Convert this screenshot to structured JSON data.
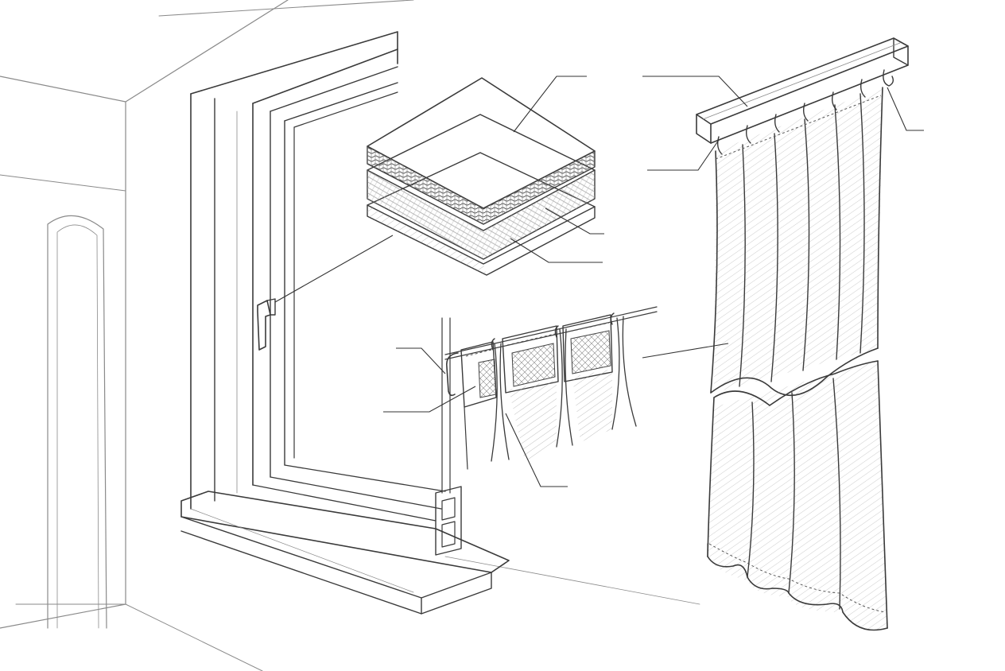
{
  "figure": {
    "style": "pencil technical sketch",
    "ink_color": "#3a3a3a",
    "paper_color": "#ffffff",
    "parts": [
      {
        "id": "room-interior",
        "icon": "room-corner-with-door"
      },
      {
        "id": "window",
        "icon": "tilt-turn-window-with-handle"
      },
      {
        "id": "fabric-layers",
        "icon": "layered-fabric-swatch"
      },
      {
        "id": "pleat-tape",
        "icon": "curtain-heading-tape-with-hooks"
      },
      {
        "id": "curtain-track",
        "icon": "ceiling-rail-with-gliders"
      },
      {
        "id": "curtain-panel",
        "icon": "pleated-curtain-with-hem"
      }
    ],
    "callouts": [
      {
        "id": "weave-top-layer",
        "label": ""
      },
      {
        "id": "middle-layer",
        "label": ""
      },
      {
        "id": "bottom-layer",
        "label": ""
      },
      {
        "id": "window-handle",
        "label": ""
      },
      {
        "id": "track-rail",
        "label": ""
      },
      {
        "id": "track-end-hook",
        "label": ""
      },
      {
        "id": "glider-hook",
        "label": ""
      },
      {
        "id": "curtain-fabric",
        "label": ""
      },
      {
        "id": "tape-hook",
        "label": ""
      },
      {
        "id": "heading-tape",
        "label": ""
      },
      {
        "id": "pleat-fold",
        "label": ""
      }
    ]
  }
}
